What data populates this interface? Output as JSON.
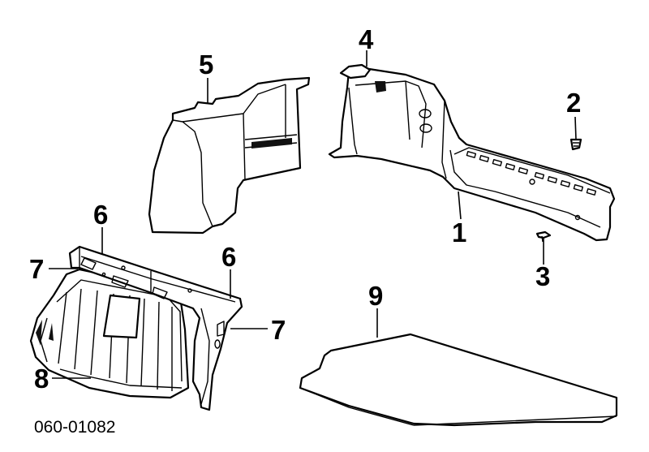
{
  "callouts": {
    "c1": "1",
    "c2": "2",
    "c3": "3",
    "c4": "4",
    "c5": "5",
    "c6_left": "6",
    "c6_right": "6",
    "c7_left": "7",
    "c7_right": "7",
    "c8": "8",
    "c9": "9"
  },
  "catalog_number": "060-01082"
}
